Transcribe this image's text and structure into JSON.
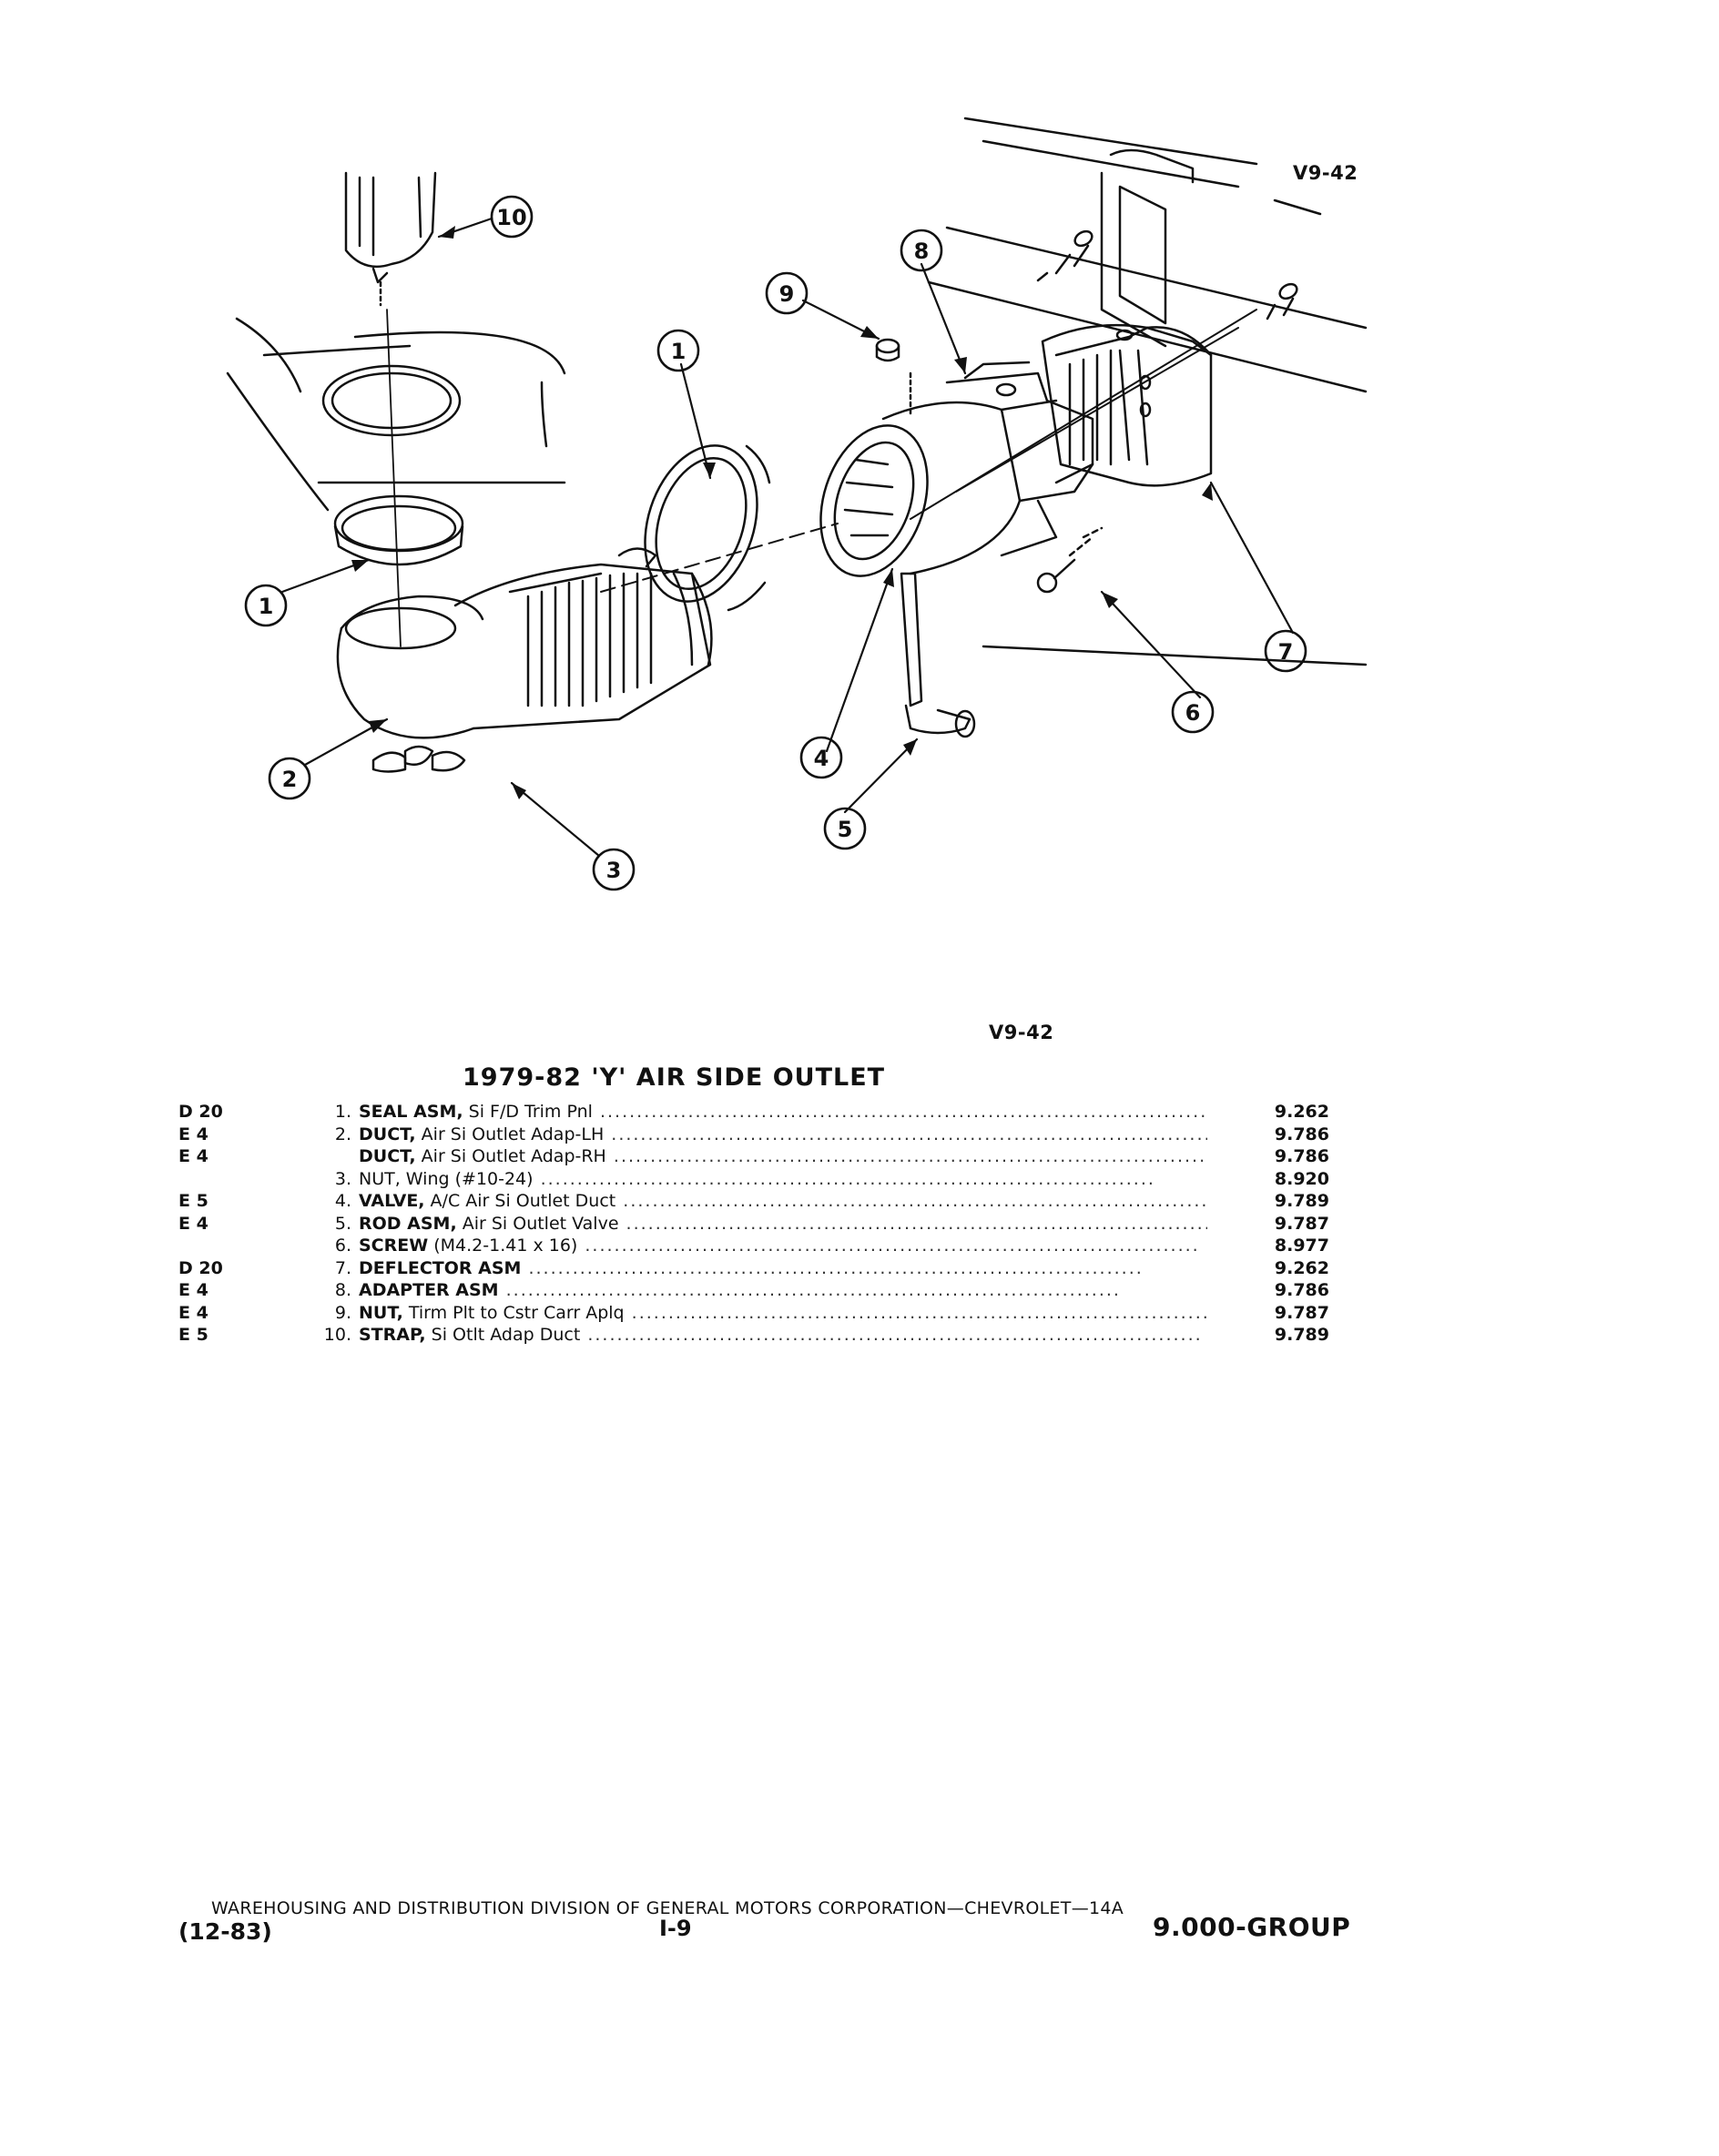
{
  "diagram": {
    "code_top": "V9-42",
    "code_bottom": "V9-42",
    "callouts": [
      "10",
      "9",
      "8",
      "1",
      "1",
      "7",
      "6",
      "4",
      "5",
      "2",
      "3"
    ]
  },
  "section": {
    "title": "1979-82 'Y' AIR SIDE OUTLET"
  },
  "parts": [
    {
      "code": "D 20",
      "no": "1.",
      "noun": "SEAL ASM,",
      "desc": " Si F/D Trim Pnl",
      "group": "9.262"
    },
    {
      "code": "E  4",
      "no": "2.",
      "noun": "DUCT,",
      "desc": " Air Si Outlet Adap-LH",
      "group": "9.786"
    },
    {
      "code": "E  4",
      "no": "",
      "noun": "DUCT,",
      "desc": " Air Si Outlet Adap-RH",
      "group": "9.786"
    },
    {
      "code": "",
      "no": "3.",
      "noun": "",
      "desc": "NUT, Wing (#10-24)",
      "group": "8.920"
    },
    {
      "code": "E  5",
      "no": "4.",
      "noun": "VALVE,",
      "desc": " A/C Air Si Outlet Duct",
      "group": "9.789"
    },
    {
      "code": "E  4",
      "no": "5.",
      "noun": "ROD ASM,",
      "desc": " Air Si Outlet Valve",
      "group": "9.787"
    },
    {
      "code": "",
      "no": "6.",
      "noun": "SCREW",
      "desc": " (M4.2-1.41 x 16)",
      "group": "8.977"
    },
    {
      "code": "D 20",
      "no": "7.",
      "noun": "DEFLECTOR ASM",
      "desc": "",
      "group": "9.262"
    },
    {
      "code": "E  4",
      "no": "8.",
      "noun": "ADAPTER ASM",
      "desc": "",
      "group": "9.786"
    },
    {
      "code": "E  4",
      "no": "9.",
      "noun": "NUT,",
      "desc": " Tirm Plt to Cstr Carr Aplq",
      "group": "9.787"
    },
    {
      "code": "E  5",
      "no": "10.",
      "noun": "STRAP,",
      "desc": " Si Otlt Adap Duct",
      "group": "9.789"
    }
  ],
  "footer": {
    "organization": "WAREHOUSING AND DISTRIBUTION DIVISION OF GENERAL MOTORS CORPORATION—CHEVROLET—14A",
    "date": "(12-83)",
    "page": "I-9",
    "group": "9.000-GROUP"
  }
}
